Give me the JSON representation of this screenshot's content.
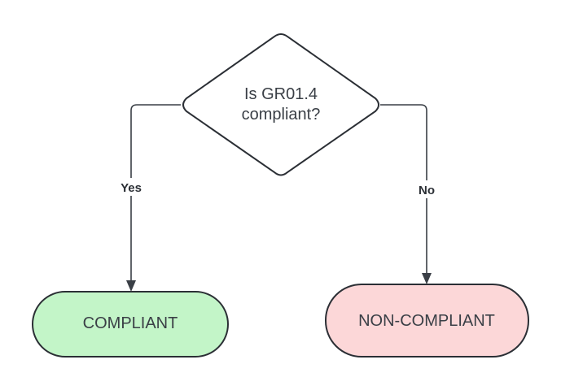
{
  "diagram": {
    "decision": {
      "line1": "Is GR01.4",
      "line2": "compliant?"
    },
    "edges": {
      "yes_label": "Yes",
      "no_label": "No"
    },
    "outcomes": {
      "compliant": {
        "label": "COMPLIANT",
        "fill": "#c3f5c8"
      },
      "non_compliant": {
        "label": "NON-COMPLIANT",
        "fill": "#fcd7d8"
      }
    },
    "colors": {
      "stroke": "#2b2f35",
      "text": "#3a3f46",
      "background": "#ffffff"
    }
  }
}
